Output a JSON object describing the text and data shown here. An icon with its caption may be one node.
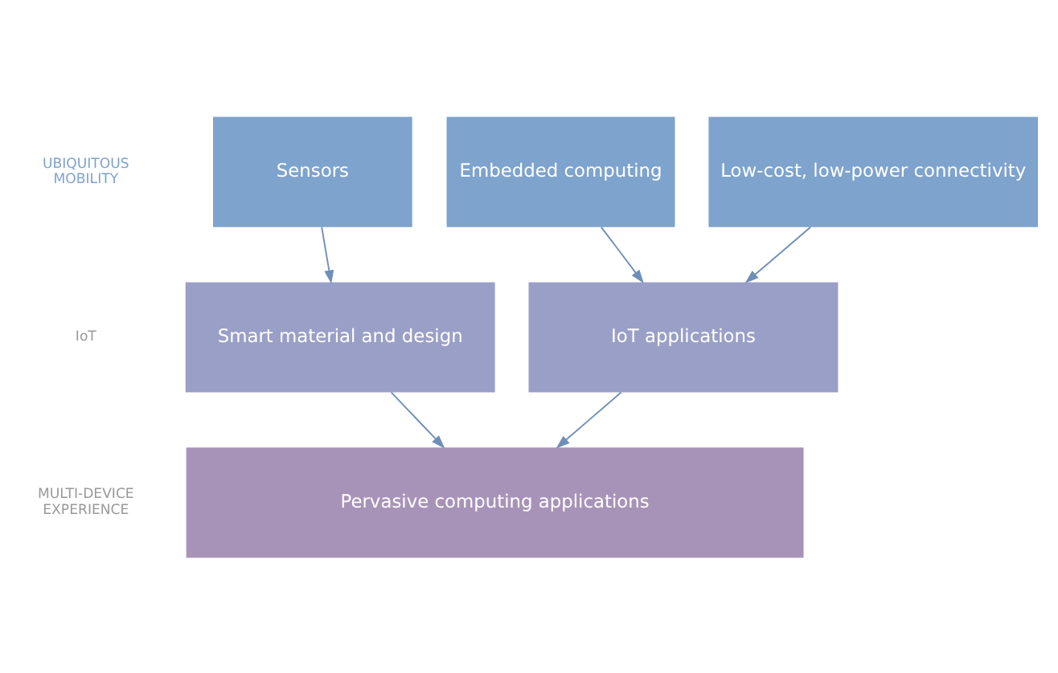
{
  "diagram": {
    "nodes": [
      {
        "text": [
          "Sensors"
        ]
      },
      {
        "text": [
          "Embedded computing"
        ]
      },
      {
        "text": [
          "Low-cost, low-power connectivity"
        ]
      },
      {
        "text": [
          "Smart material and design"
        ]
      },
      {
        "text": [
          "IoT applications"
        ]
      },
      {
        "text": [
          "Pervasive computing applications"
        ]
      }
    ],
    "edges": [
      {
        "from": 0,
        "to": 3,
        "arrow": "to"
      },
      {
        "from": 1,
        "to": 4,
        "arrow": "to"
      },
      {
        "from": 2,
        "to": 4,
        "arrow": "to"
      },
      {
        "from": 3,
        "to": 5,
        "arrow": "to"
      },
      {
        "from": 4,
        "to": 5,
        "arrow": "to"
      }
    ],
    "labels": [
      "UBIQUITOUS MOBILITY",
      "IoT",
      "MULTI-DEVICE EXPERIENCE"
    ]
  }
}
